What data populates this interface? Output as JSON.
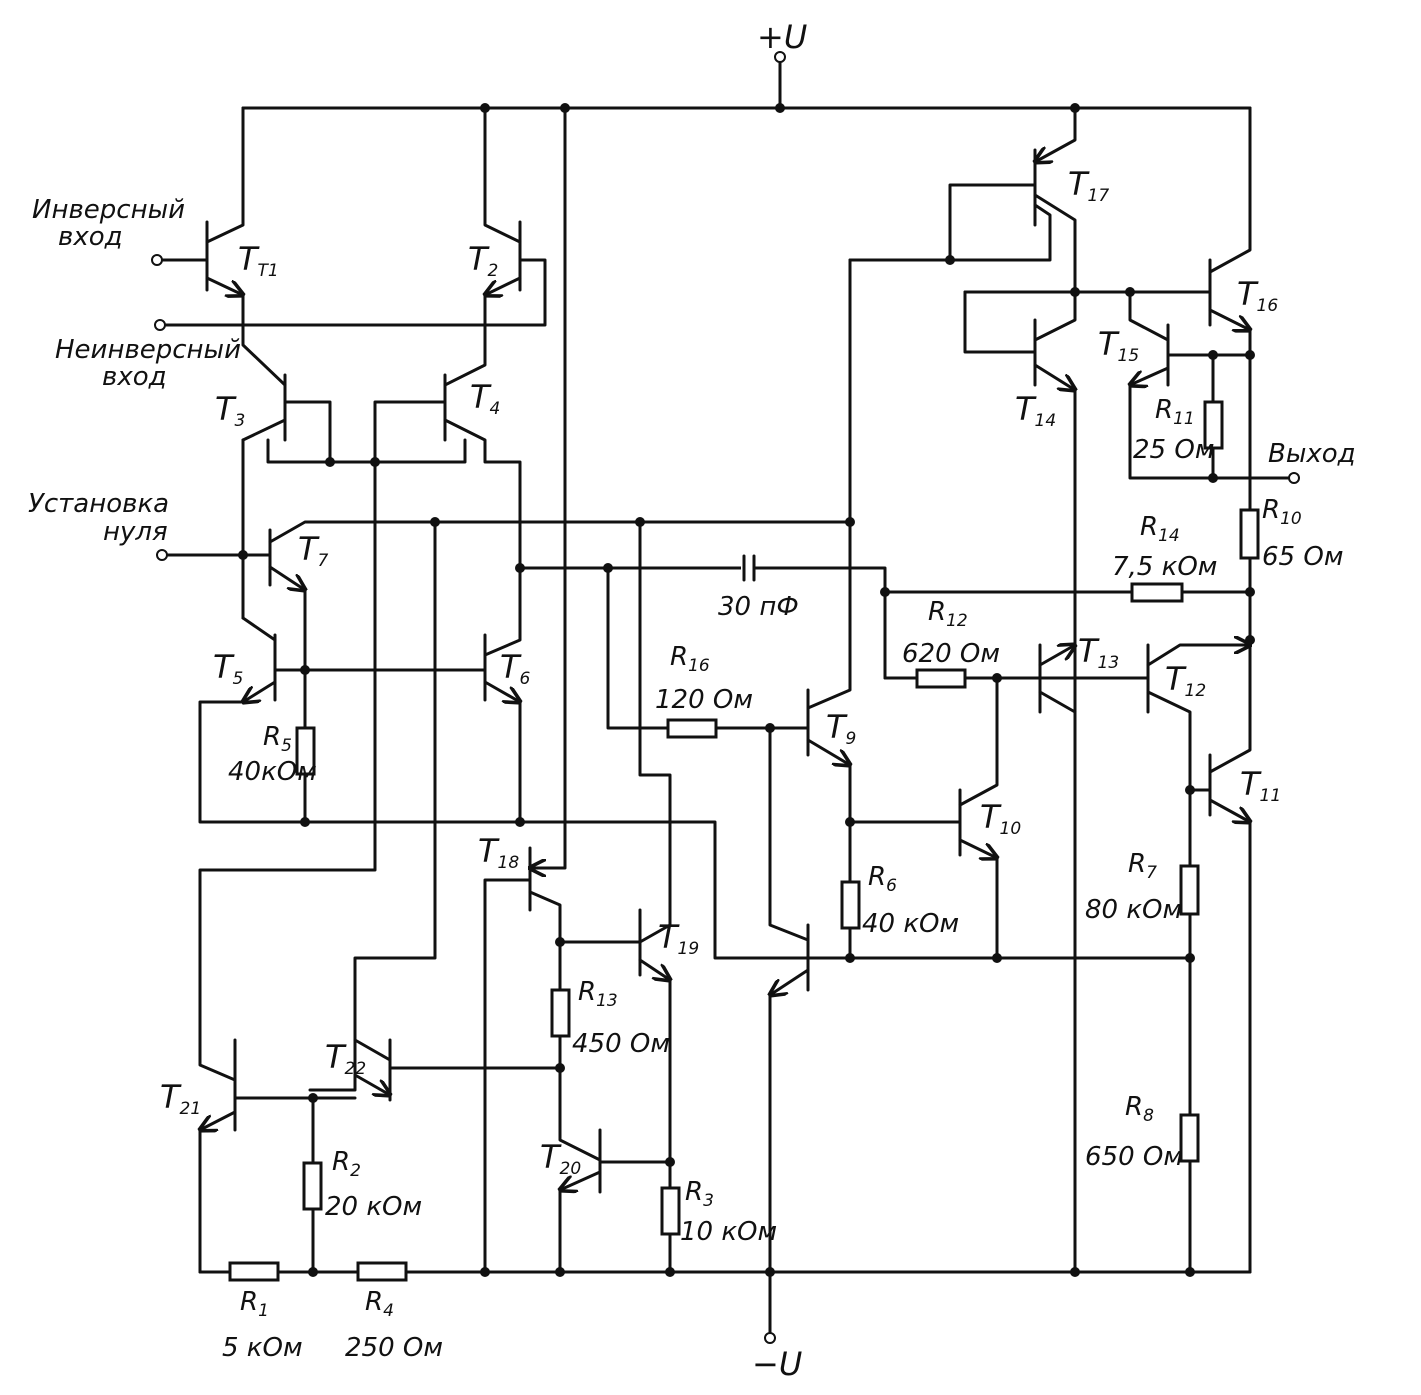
{
  "power": {
    "plus": "+U",
    "minus": "−U"
  },
  "inputs": {
    "inverting": [
      "Инверсный",
      "вход"
    ],
    "non_inverting": [
      "Неинверсный",
      "вход"
    ],
    "offset": [
      "Установка",
      "нуля"
    ],
    "output": "Выход"
  },
  "transistors": [
    "T1",
    "T2",
    "T3",
    "T4",
    "T5",
    "T6",
    "T7",
    "T9",
    "T10",
    "T11",
    "T12",
    "T13",
    "T14",
    "T15",
    "T16",
    "T17",
    "T18",
    "T19",
    "T20",
    "T21",
    "T22"
  ],
  "resistors": {
    "R1": "5 кОм",
    "R2": "20 кОм",
    "R3": "10 кОм",
    "R4": "250 Ом",
    "R5": "40кОм",
    "R6": "40 кОм",
    "R7": "80 кОм",
    "R8": "650 Ом",
    "R10": "65 Ом",
    "R11": "25 Ом",
    "R12": "620 Ом",
    "R13": "450 Ом",
    "R14": "7,5 кОм",
    "R16": "120 Ом"
  },
  "capacitor": "30 пФ"
}
